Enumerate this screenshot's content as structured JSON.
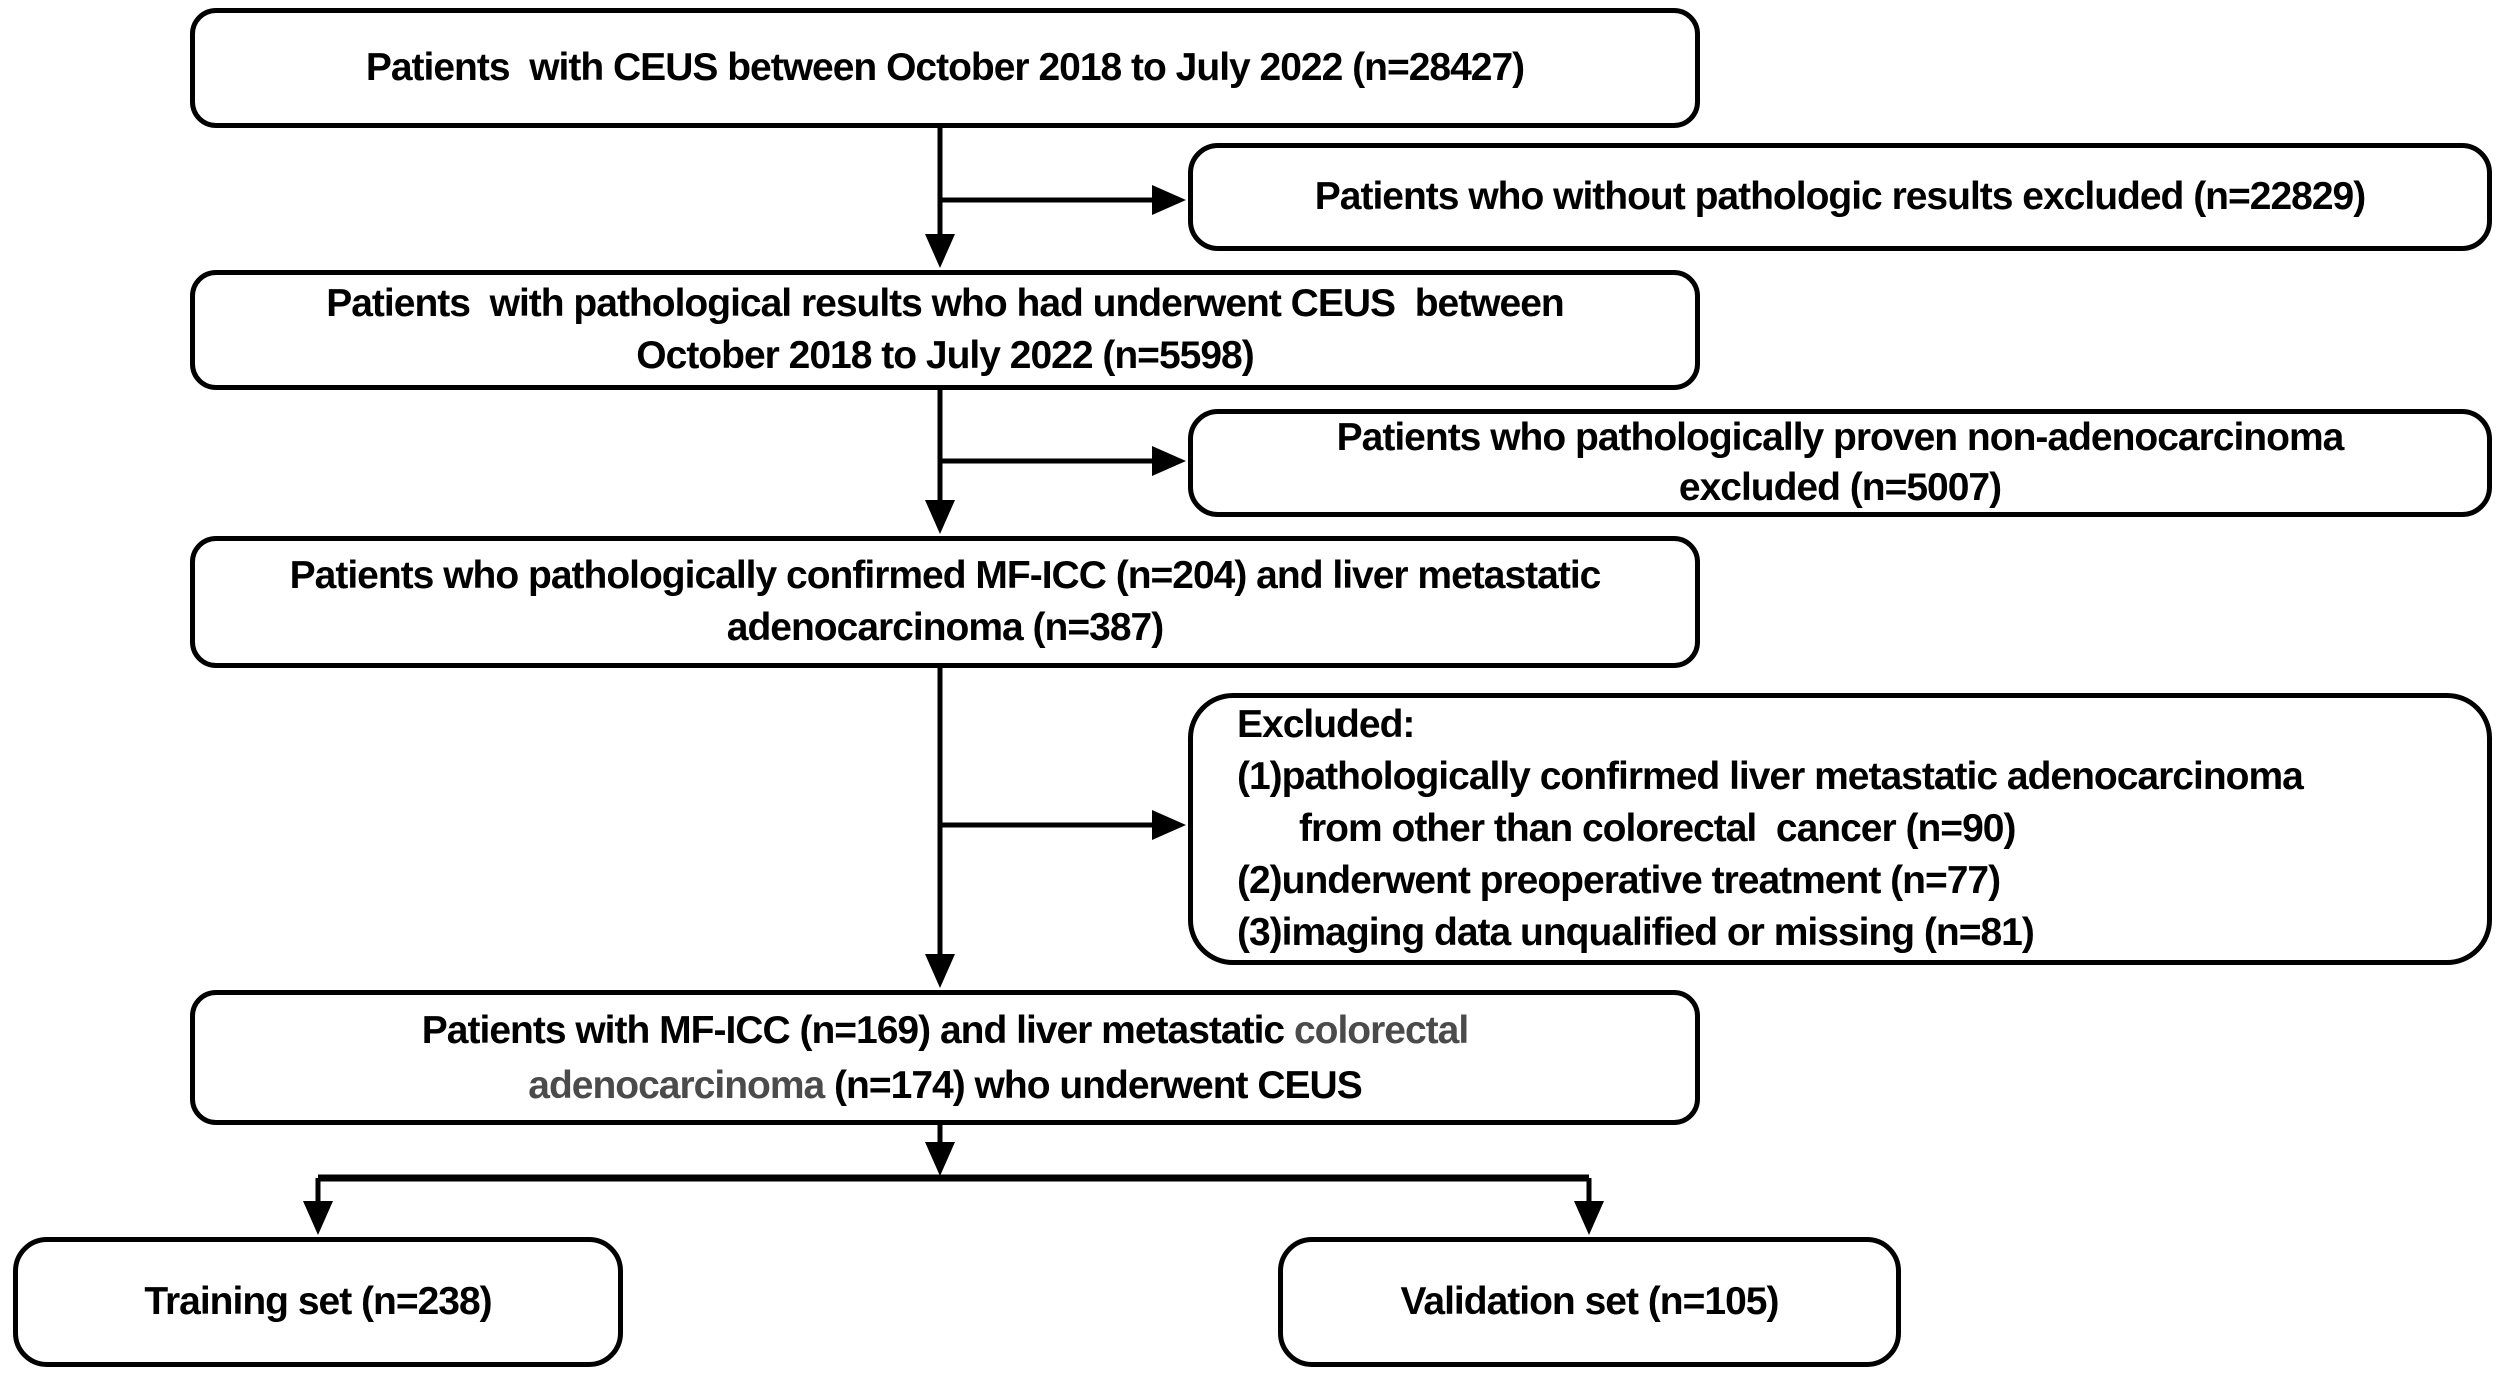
{
  "colors": {
    "ink": "#000000",
    "muted": "#4b4b4b",
    "bg": "#ffffff"
  },
  "boxes": {
    "initial": {
      "lines": [
        "Patients  with CEUS between October 2018 to July 2022 (n=28427)"
      ]
    },
    "excluded_no_pathology": {
      "lines": [
        "Patients who without pathologic results excluded (n=22829)"
      ]
    },
    "pathological_results": {
      "lines": [
        "Patients  with pathological results who had underwent CEUS  between",
        "October 2018 to July 2022 (n=5598)"
      ]
    },
    "excluded_non_adenocarcinoma": {
      "lines": [
        "Patients who pathologically proven non-adenocarcinoma",
        "excluded (n=5007)"
      ]
    },
    "confirmed": {
      "lines": [
        "Patients who pathologically confirmed MF-ICC (n=204) and liver metastatic",
        "adenocarcinoma (n=387)"
      ]
    },
    "exclusion_criteria": {
      "title": "Excluded:",
      "item1_line1": "(1)pathologically confirmed liver metastatic adenocarcinoma",
      "item1_line2": "from other than colorectal  cancer (n=90)",
      "item2": "(2)underwent preoperative treatment (n=77)",
      "item3": "(3)imaging data unqualified or missing (n=81)"
    },
    "final": {
      "line1_black": "Patients with MF-ICC (n=169) and liver metastatic ",
      "line1_muted": "colorectal",
      "line2_muted": "adenocarcinoma",
      "line2_black": " (n=174) who underwent CEUS"
    },
    "training": {
      "label": "Training set (n=238)"
    },
    "validation": {
      "label": "Validation set (n=105)"
    }
  }
}
